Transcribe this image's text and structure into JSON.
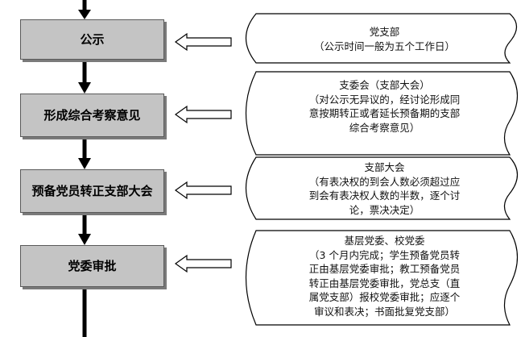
{
  "steps": [
    {
      "label": "公示"
    },
    {
      "label": "形成综合考察意见"
    },
    {
      "label": "预备党员转正支部大会"
    },
    {
      "label": "党委审批"
    }
  ],
  "notes": [
    {
      "lines": [
        "党支部",
        "（公示时间一般为五个工作日）"
      ]
    },
    {
      "lines": [
        "支委会（支部大会）",
        "（对公示无异议的，经讨论形成同",
        "意按期转正或者延长预备期的支部",
        "综合考察意见）"
      ]
    },
    {
      "lines": [
        "支部大会",
        "（有表决权的到会人数必须超过应",
        "到会有表决权人数的半数，逐个讨",
        "论，票决决定）"
      ]
    },
    {
      "lines": [
        "基层党委、校党委",
        "（3 个月内完成；学生预备党员转",
        "正由基层党委审批；教工预备党员",
        "转正由基层党委审批，党总支（直",
        "属党支部）报校党委审批；应逐个",
        "审议和表决；书面批复党支部）"
      ]
    }
  ]
}
